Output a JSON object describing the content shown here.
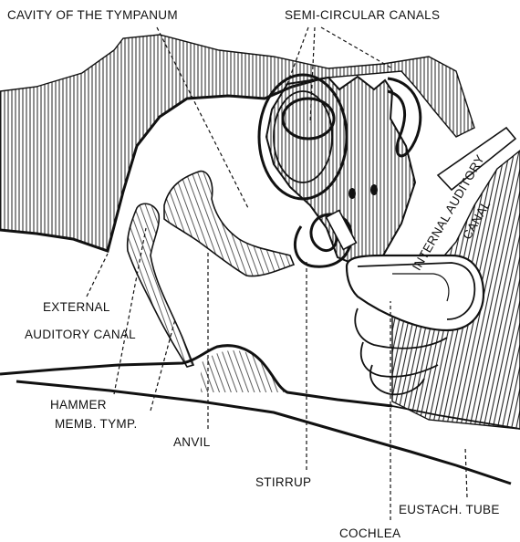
{
  "labels": {
    "cavity": "CAVITY OF THE TYMPANUM",
    "semicircular": "SEMI-CIRCULAR CANALS",
    "external_1": "EXTERNAL",
    "external_2": "AUDITORY CANAL",
    "internal_1": "INTERNAL AUDITORY",
    "internal_2": "CANAL",
    "hammer": "HAMMER",
    "memb": "MEMB. TYMP.",
    "anvil": "ANVIL",
    "stirrup": "STIRRUP",
    "cochlea": "COCHLEA",
    "eustach": "EUSTACH. TUBE"
  },
  "colors": {
    "ink": "#111111",
    "paper": "#ffffff"
  }
}
